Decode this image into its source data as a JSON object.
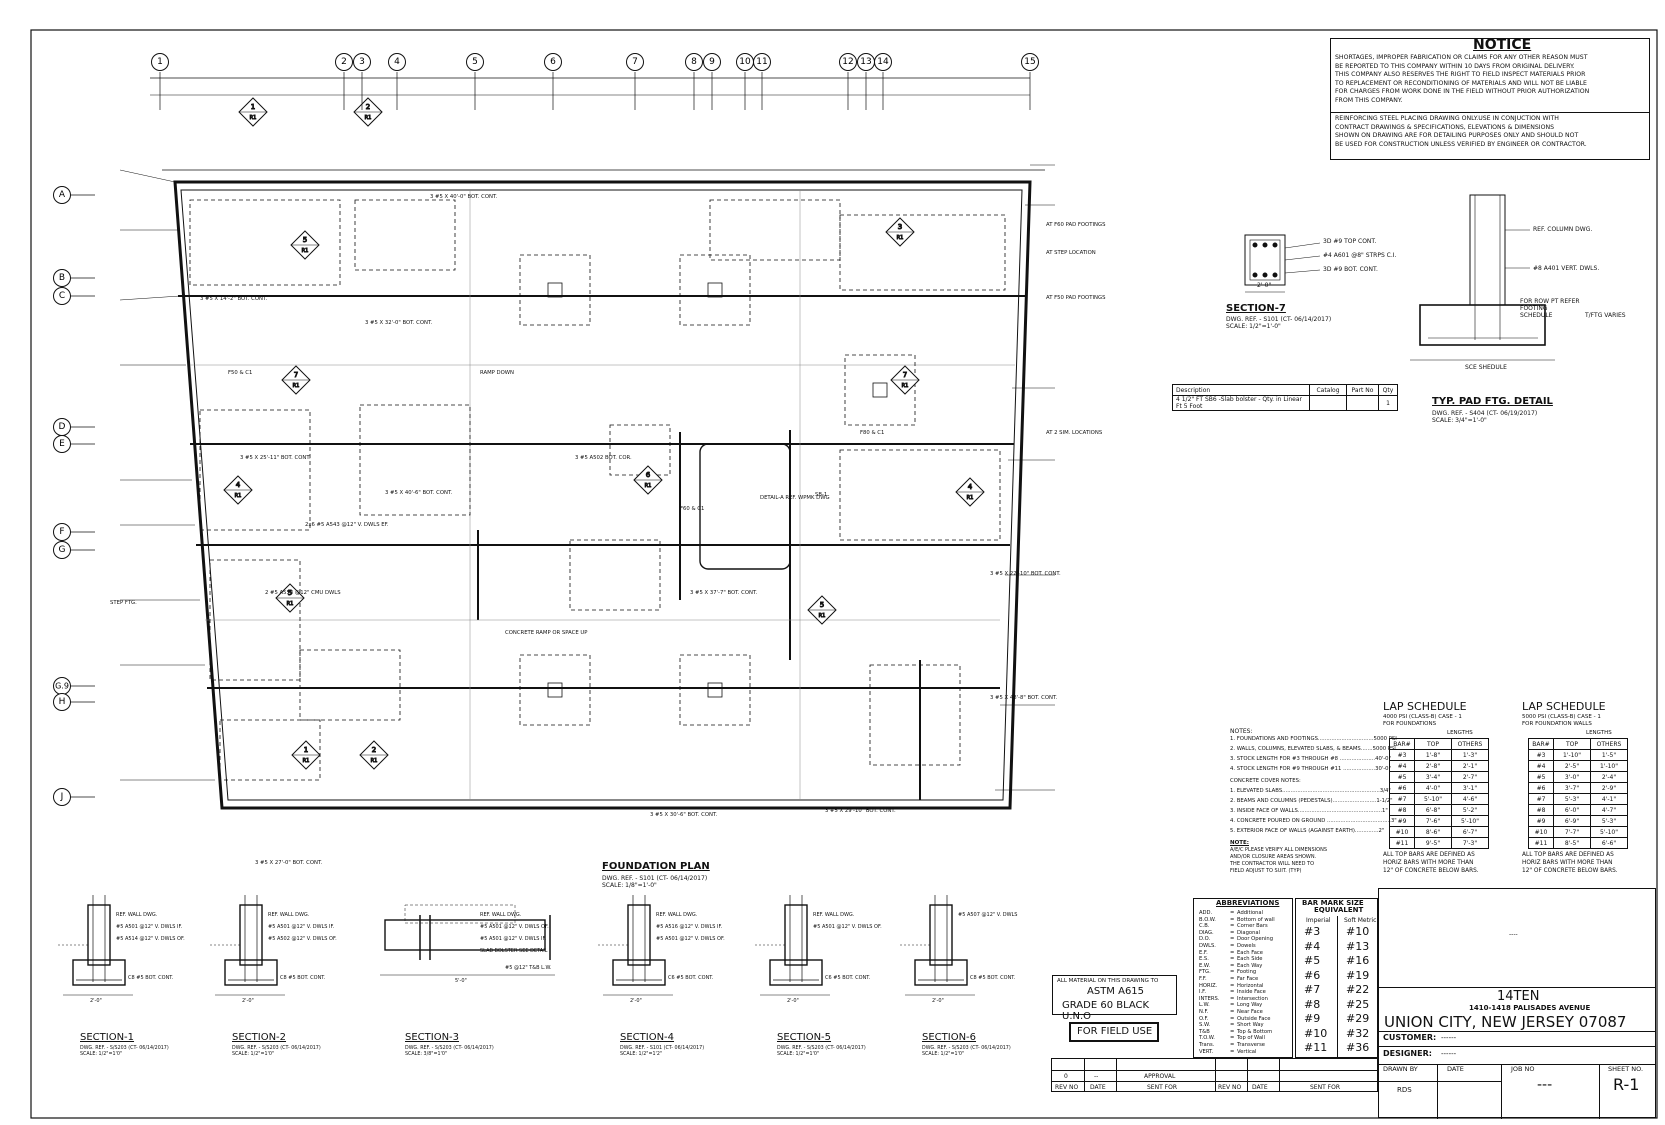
{
  "notice": {
    "title": "NOTICE",
    "lines": [
      "SHORTAGES, IMPROPER FABRICATION OR CLAIMS FOR ANY OTHER REASON MUST",
      "BE REPORTED TO THIS COMPANY WITHIN 10 DAYS FROM ORIGINAL DELIVERY.",
      "THIS COMPANY ALSO RESERVES THE RIGHT TO FIELD INSPECT MATERIALS PRIOR",
      "TO REPLACEMENT OR RECONDITIONING OF MATERIALS AND WILL NOT BE LIABLE",
      "FOR CHARGES FROM WORK DONE IN THE FIELD WITHOUT PRIOR AUTHORIZATION",
      "FROM THIS COMPANY."
    ],
    "reinforcing": [
      "REINFORCING STEEL PLACING DRAWING ONLY.USE IN CONJUCTION WITH",
      "CONTRACT DRAWINGS & SPECIFICATIONS, ELEVATIONS & DIMENSIONS",
      "SHOWN ON DRAWING ARE FOR DETAILING PURPOSES ONLY AND SHOULD NOT",
      "BE USED FOR CONSTRUCTION UNLESS VERIFIED BY ENGINEER OR CONTRACTOR."
    ]
  },
  "grid_columns": [
    "1",
    "2",
    "3",
    "4",
    "5",
    "6",
    "7",
    "8",
    "9",
    "10",
    "11",
    "12",
    "13",
    "14",
    "15"
  ],
  "grid_rows": [
    "A",
    "B",
    "C",
    "D",
    "E",
    "F",
    "G",
    "G.9",
    "H",
    "J"
  ],
  "plan": {
    "title": "FOUNDATION PLAN",
    "ref": "DWG. REF. - S101 (CT- 06/14/2017)",
    "scale": "SCALE: 1/8\"=1'-0\"",
    "labels": [
      "3 #5 X 40'-0\" BOT. CONT.",
      "3 #5 X 14'-2\" BOT. CONT.",
      "3 #5 X 32'-0\" BOT. CONT.",
      "3 #5 X 25'-11\" BOT. CONT.",
      "3 #5 X 40'-6\" BOT. CONT.",
      "3 #5 X 37'-7\" BOT. CONT.",
      "3 #5 X 22'-10\" BOT. CONT.",
      "3 #5 X 48'-8\" BOT. CONT.",
      "3 #5 X 27'-0\" BOT. CONT.",
      "3 #5 X 30'-6\" BOT. CONT.",
      "3 #5 X 29'-10\" BOT. CONT.",
      "3 #5 A502 BOT. COR.",
      "2 #5 A553 @12\" CMU DWLS",
      "2x6 #5 A543 @12\" V. DWLS EF.",
      "AT STEP LOCATION",
      "AT F50 PAD FOOTINGS",
      "AT F60 PAD FOOTINGS",
      "AT 2 SIM. LOCATIONS",
      "STEP FTG.",
      "RAMP DOWN",
      "CONCRETE RAMP OR SPACE UP",
      "F50 & C1",
      "F60 & C1",
      "F80 & C1",
      "SB-1",
      "DETAIL-A REF. WPMK DWG"
    ]
  },
  "section7": {
    "title": "SECTION-7",
    "ref": "DWG. REF. - S101 (CT- 06/14/2017)",
    "scale": "SCALE: 1/2\"=1'-0\"",
    "notes": [
      "3D #9 TOP CONT.",
      "#4 A601 @8\" STRPS C.I.",
      "3D #9 BOT. CONT."
    ],
    "dim": "2'-0\""
  },
  "padftg": {
    "title": "TYP. PAD FTG. DETAIL",
    "ref": "DWG. REF. - S404 (CT- 06/19/2017)",
    "scale": "SCALE: 3/4\"=1'-0\"",
    "notes": [
      "REF. COLUMN DWG.",
      "#8 A401 VERT. DWLS.",
      "FOR ROW PT REFER FOOTING SCHEDULE",
      "T/FTG VARIES"
    ],
    "dim": "SCE SHEDULE"
  },
  "catalog": {
    "headers": [
      "Description",
      "Catalog",
      "Part No",
      "Qty"
    ],
    "row": [
      "4 1/2\" FT SB6 -Slab bolster - Qty. in Linear Ft 5 Foot",
      "",
      "",
      "1"
    ]
  },
  "notes": {
    "title": "NOTES:",
    "items": [
      "1. FOUNDATIONS AND FOOTINGS.................................5000 PSI",
      "2. WALLS, COLUMNS, ELEVATED SLABS, & BEAMS.......5000 PSI",
      "3. STOCK LENGTH FOR #3 THROUGH #8 .....................40'-0\"",
      "4. STOCK LENGTH FOR #9 THROUGH #11 ...................30'-0\""
    ],
    "cover_title": "CONCRETE COVER NOTES:",
    "cover": [
      "1. ELEVATED SLABS..........................................................3/4\"",
      "2. BEAMS AND COLUMNS (PEDESTALS)..........................1-1/2\"",
      "3. INSIDE FACE OF WALLS..................................................1\"",
      "4. CONCRETE POURED ON GROUND ......................................3\"",
      "5. EXTERIOR FACE OF WALLS (AGAINST EARTH)..............2\""
    ],
    "note_title": "NOTE:",
    "note": [
      "A/E/C PLEASE VERIFY ALL DIMENSIONS",
      "AND/OR CLOSURE AREAS SHOWN.",
      "THE CONTRACTOR WILL NEED TO",
      "FIELD ADJUST TO SUIT. (TYP)"
    ]
  },
  "lap_schedules": [
    {
      "title": "LAP SCHEDULE",
      "sub1": "4000 PSI (CLASS-B) CASE - 1",
      "sub2": "FOR FOUNDATIONS",
      "headers": [
        "BAR#",
        "TOP",
        "OTHERS"
      ],
      "rows": [
        [
          "#3",
          "1'-8\"",
          "1'-3\""
        ],
        [
          "#4",
          "2'-8\"",
          "2'-1\""
        ],
        [
          "#5",
          "3'-4\"",
          "2'-7\""
        ],
        [
          "#6",
          "4'-0\"",
          "3'-1\""
        ],
        [
          "#7",
          "5'-10\"",
          "4'-6\""
        ],
        [
          "#8",
          "6'-8\"",
          "5'-2\""
        ],
        [
          "#9",
          "7'-6\"",
          "5'-10\""
        ],
        [
          "#10",
          "8'-6\"",
          "6'-7\""
        ],
        [
          "#11",
          "9'-5\"",
          "7'-3\""
        ]
      ],
      "footer": [
        "ALL TOP BARS ARE DEFINED AS",
        "HORIZ BARS WITH MORE THAN",
        "12\" OF CONCRETE BELOW BARS."
      ]
    },
    {
      "title": "LAP SCHEDULE",
      "sub1": "5000 PSI (CLASS-B) CASE - 1",
      "sub2": "FOR FOUNDATION WALLS",
      "headers": [
        "BAR#",
        "TOP",
        "OTHERS"
      ],
      "rows": [
        [
          "#3",
          "1'-10\"",
          "1'-5\""
        ],
        [
          "#4",
          "2'-5\"",
          "1'-10\""
        ],
        [
          "#5",
          "3'-0\"",
          "2'-4\""
        ],
        [
          "#6",
          "3'-7\"",
          "2'-9\""
        ],
        [
          "#7",
          "5'-3\"",
          "4'-1\""
        ],
        [
          "#8",
          "6'-0\"",
          "4'-7\""
        ],
        [
          "#9",
          "6'-9\"",
          "5'-3\""
        ],
        [
          "#10",
          "7'-7\"",
          "5'-10\""
        ],
        [
          "#11",
          "8'-5\"",
          "6'-6\""
        ]
      ],
      "footer": [
        "ALL TOP BARS ARE DEFINED AS",
        "HORIZ BARS WITH MORE THAN",
        "12\" OF CONCRETE BELOW BARS."
      ]
    }
  ],
  "sections": [
    {
      "title": "SECTION-1",
      "ref": "DWG. REF. - S/S203 (CT- 06/14/2017)",
      "scale": "SCALE: 1/2\"=1'0\"",
      "notes": [
        "REF. WALL DWG.",
        "#5 A501 @12\" V. DWLS IF.",
        "#5 A514 @12\" V. DWLS OF."
      ],
      "bot": "C8 #5 BOT. CONT.",
      "dim": "2'-0\""
    },
    {
      "title": "SECTION-2",
      "ref": "DWG. REF. - S/S203 (CT- 06/14/2017)",
      "scale": "SCALE: 1/2\"=1'0\"",
      "notes": [
        "REF. WALL DWG.",
        "#5 A501 @12\" V. DWLS IF.",
        "#5 A502 @12\" V. DWLS OF."
      ],
      "bot": "C8 #5 BOT. CONT.",
      "dim": "2'-0\""
    },
    {
      "title": "SECTION-3",
      "ref": "DWG. REF. - S/S203 (CT- 06/14/2017)",
      "scale": "SCALE: 3/8\"=1'0\"",
      "notes": [
        "REF. WALL DWG.",
        "#5 A501 @12\" V. DWLS OF.",
        "#5 A501 @12\" V. DWLS IF.",
        "SLAB BOLSTER SEE DETAIL"
      ],
      "bot": "#5 @12\" T&B L.W.",
      "dim": "5'-0\""
    },
    {
      "title": "SECTION-4",
      "ref": "DWG. REF. - S101 (CT- 06/14/2017)",
      "scale": "SCALE: 1/2\"=1'2\"",
      "notes": [
        "REF. WALL DWG.",
        "#5 A516 @12\" V. DWLS IF.",
        "#5 A501 @12\" V. DWLS OF."
      ],
      "bot": "C6 #5 BOT. CONT.",
      "dim": "2'-0\""
    },
    {
      "title": "SECTION-5",
      "ref": "DWG. REF. - S/S203 (CT- 06/14/2017)",
      "scale": "SCALE: 1/2\"=1'0\"",
      "notes": [
        "REF. WALL DWG.",
        "#5 A501 @12\" V. DWLS OF."
      ],
      "bot": "C6 #5 BOT. CONT.",
      "dim": "2'-0\""
    },
    {
      "title": "SECTION-6",
      "ref": "DWG. REF. - S/S203 (CT- 06/14/2017)",
      "scale": "SCALE: 1/2\"=1'0\"",
      "notes": [
        "#5 A507 @12\" V. DWLS"
      ],
      "bot": "C8 #5 BOT. CONT.",
      "dim": "2'-0\""
    }
  ],
  "material": {
    "line1": "ALL MATERIAL ON THIS DRAWING TO",
    "line2": "ASTM A615",
    "line3": "GRADE 60 BLACK U.N.O"
  },
  "field_use": "FOR FIELD USE",
  "abbreviations": {
    "title": "ABBREVIATIONS",
    "items": [
      [
        "ADD.",
        "Additional"
      ],
      [
        "B.O.W.",
        "Bottom of wall"
      ],
      [
        "C.B.",
        "Corner Bars"
      ],
      [
        "DIAG.",
        "Diagonal"
      ],
      [
        "D.O.",
        "Door Opening"
      ],
      [
        "DWLS.",
        "Dowels"
      ],
      [
        "E.F.",
        "Each Face"
      ],
      [
        "E.S.",
        "Each Side"
      ],
      [
        "E.W.",
        "Each Way"
      ],
      [
        "FTG.",
        "Footing"
      ],
      [
        "F.F.",
        "Far Face"
      ],
      [
        "HORIZ.",
        "Horizontal"
      ],
      [
        "I.F.",
        "Inside Face"
      ],
      [
        "INTERS.",
        "Intersection"
      ],
      [
        "L.W.",
        "Long Way"
      ],
      [
        "N.F.",
        "Near Face"
      ],
      [
        "O.F.",
        "Outside Face"
      ],
      [
        "S.W.",
        "Short Way"
      ],
      [
        "T&B",
        "Top & Bottom"
      ],
      [
        "T.O.W.",
        "Top of Wall"
      ],
      [
        "Trans.",
        "Transverse"
      ],
      [
        "VERT.",
        "Vertical"
      ]
    ]
  },
  "bar_marks": {
    "title": "BAR MARK SIZE",
    "subtitle": "EQUIVALENT",
    "col1": "Imperial",
    "col2": "Soft Metric",
    "rows": [
      [
        "#3",
        "#10"
      ],
      [
        "#4",
        "#13"
      ],
      [
        "#5",
        "#16"
      ],
      [
        "#6",
        "#19"
      ],
      [
        "#7",
        "#22"
      ],
      [
        "#8",
        "#25"
      ],
      [
        "#9",
        "#29"
      ],
      [
        "#10",
        "#32"
      ],
      [
        "#11",
        "#36"
      ]
    ]
  },
  "title_block": {
    "dashes": "----",
    "project": "14TEN",
    "address": "1410-1418 PALISADES AVENUE",
    "city": "UNION CITY, NEW JERSEY 07087",
    "customer_label": "CUSTOMER:",
    "customer_value": "------",
    "designer_label": "DESIGNER:",
    "designer_value": "------",
    "drawn_by_label": "DRAWN BY",
    "drawn_by": "RDS",
    "date_label": "DATE",
    "job_no_label": "JOB NO",
    "job_no": "---",
    "sheet_label": "SHEET NO.",
    "sheet_no": "R-1"
  },
  "revisions": {
    "row": [
      "0",
      "--",
      "APPROVAL"
    ],
    "headers": [
      "REV NO",
      "DATE",
      "SENT FOR",
      "REV NO",
      "DATE",
      "SENT FOR"
    ]
  }
}
